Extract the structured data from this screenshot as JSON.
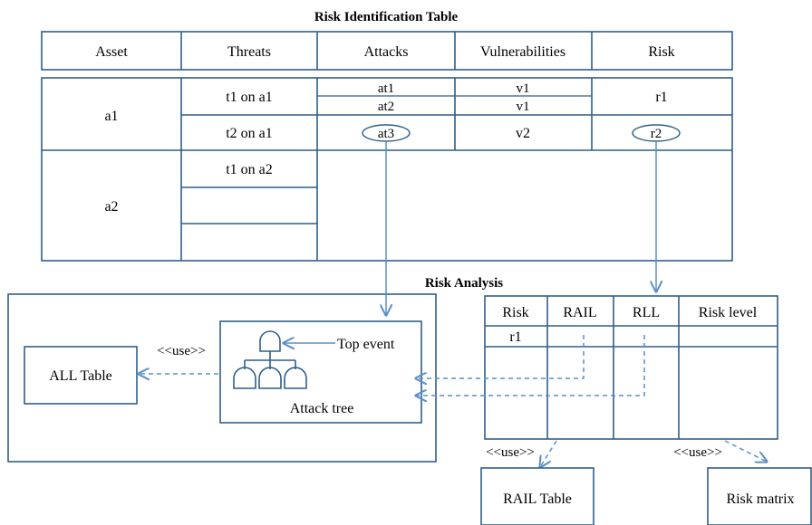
{
  "identification": {
    "title": "Risk Identification Table",
    "headers": [
      "Asset",
      "Threats",
      "Attacks",
      "Vulnerabilities",
      "Risk"
    ],
    "assets": [
      "a1",
      "a2"
    ],
    "threats": [
      "t1 on a1",
      "t2 on a1",
      "t1 on a2"
    ],
    "attacks": [
      "at1",
      "at2",
      "at3"
    ],
    "vulnerabilities": [
      "v1",
      "v1",
      "v2"
    ],
    "risks": [
      "r1",
      "r2"
    ]
  },
  "analysis": {
    "title": "Risk Analysis",
    "headers": [
      "Risk",
      "RAIL",
      "RLL",
      "Risk level"
    ],
    "rows": [
      [
        "r1",
        "",
        "",
        ""
      ]
    ]
  },
  "attack_tree": {
    "top_event_label": "Top event",
    "label": "Attack tree"
  },
  "all_table": "ALL Table",
  "rail_table": "RAIL Table",
  "risk_matrix": "Risk matrix",
  "use_labels": [
    "<<use>>",
    "<<use>>",
    "<<use>>"
  ],
  "colors": {
    "border": "#2e5f8a",
    "arrow": "#5b8fc7"
  }
}
